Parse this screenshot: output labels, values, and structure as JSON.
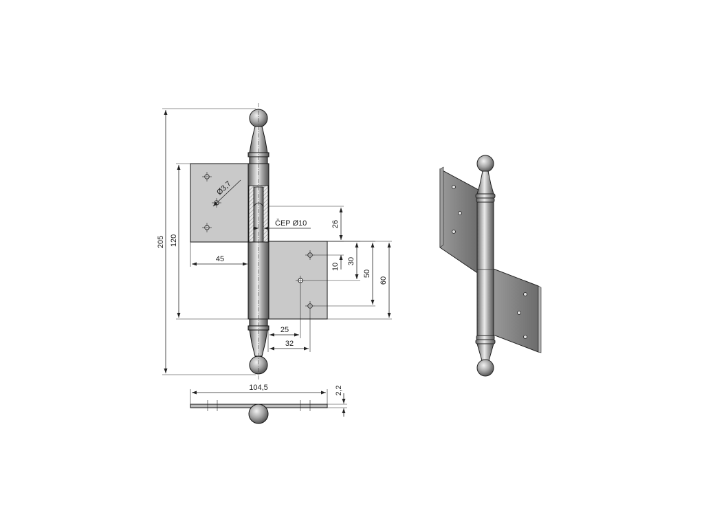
{
  "colors": {
    "plate": "#c8c8c8",
    "plate_dark": "#6f6f6f",
    "metal_light": "#e4e4e4",
    "metal_mid": "#a9a9a9",
    "metal_dark": "#5a5a5a",
    "line": "#111111"
  },
  "dimensions": {
    "overall_height": "205",
    "plate_height": "120",
    "plate_width": "45",
    "hole_diameter": "Ø3,7",
    "pin_label": "ČEP Ø10",
    "d26": "26",
    "d10": "10",
    "d30": "30",
    "d50": "50",
    "d60": "60",
    "d25": "25",
    "d32": "32",
    "total_width": "104,5",
    "thickness": "2,2"
  }
}
